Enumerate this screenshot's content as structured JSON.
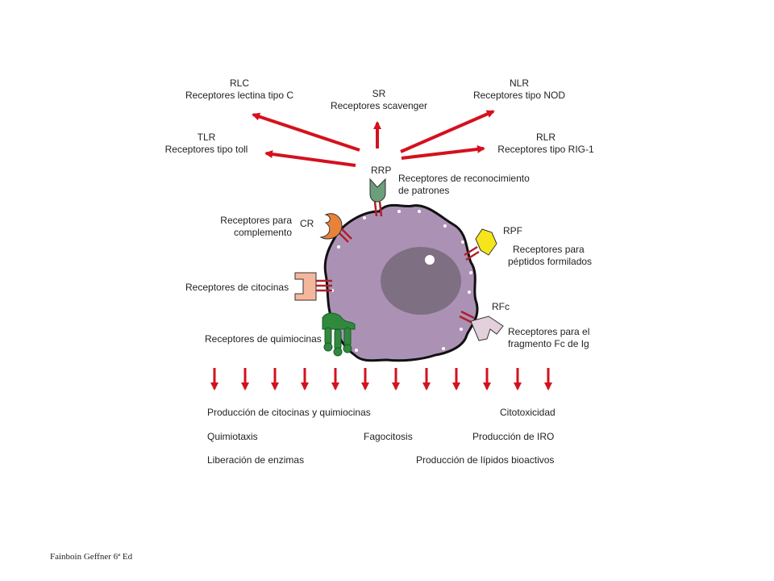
{
  "top_receptors": {
    "rlc": {
      "abbr": "RLC",
      "name": "Receptores lectina tipo C"
    },
    "sr": {
      "abbr": "SR",
      "name": "Receptores scavenger"
    },
    "nlr": {
      "abbr": "NLR",
      "name": "Receptores tipo NOD"
    },
    "tlr": {
      "abbr": "TLR",
      "name": "Receptores tipo toll"
    },
    "rlr": {
      "abbr": "RLR",
      "name": "Receptores tipo RIG-1"
    },
    "rrp": {
      "abbr": "RRP",
      "name_line1": "Receptores de reconocimiento",
      "name_line2": "de patrones"
    }
  },
  "side_receptors": {
    "cr": {
      "abbr": "CR",
      "name_line1": "Receptores para",
      "name_line2": "complemento"
    },
    "citocinas": {
      "name": "Receptores de citocinas"
    },
    "quimiocinas": {
      "name": "Receptores de quimiocinas"
    },
    "rpf": {
      "abbr": "RPF",
      "name_line1": "Receptores para",
      "name_line2": "péptidos formilados"
    },
    "rfc": {
      "abbr": "RFc",
      "name_line1": "Receptores para el",
      "name_line2": "fragmento Fc de Ig"
    }
  },
  "outcomes": {
    "produccion_citocinas": "Producción de citocinas y quimiocinas",
    "citotoxicidad": "Citotoxicidad",
    "quimiotaxis": "Quimiotaxis",
    "fagocitosis": "Fagocitosis",
    "produccion_iro": "Producción de IRO",
    "liberacion_enzimas": "Liberación de enzimas",
    "produccion_lipidos": "Producción de lípidos bioactivos"
  },
  "credit": "Fainboin Geffner 6ª Ed",
  "colors": {
    "arrow": "#d4111e",
    "cell": "#ab92b5",
    "nucleus": "#7e6f83",
    "cr": "#e8823a",
    "citocinas": "#f4b79c",
    "quimiocinas": "#2f8a3e",
    "rpf": "#f6e51a",
    "rfc": "#e3d0dc",
    "rrp": "#6b9e7a",
    "stem": "#b01e2a"
  }
}
